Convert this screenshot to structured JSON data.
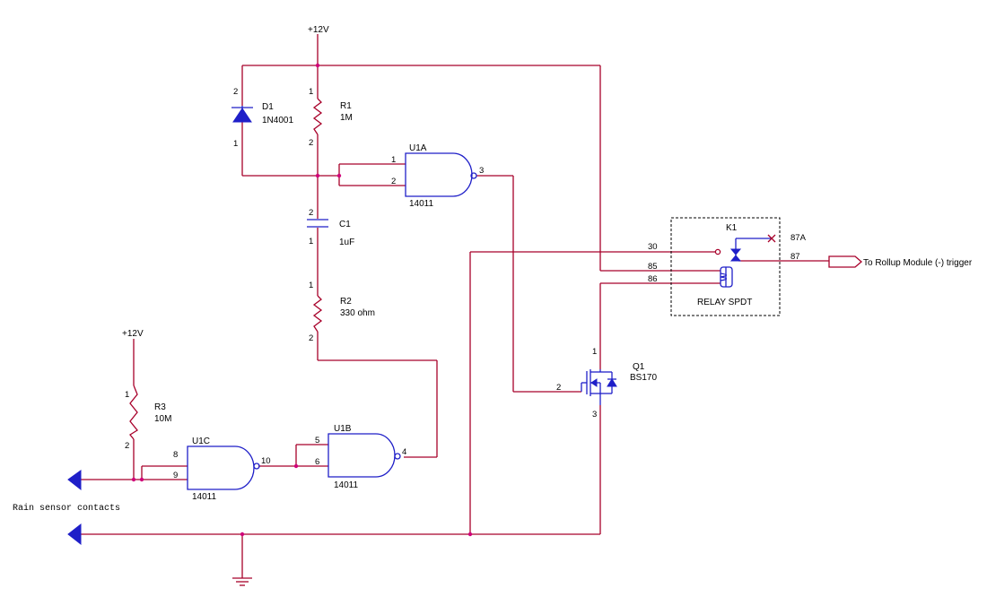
{
  "labels": {
    "vcc_top": "+12V",
    "vcc_left": "+12V",
    "d1": {
      "ref": "D1",
      "value": "1N4001",
      "pin_a": "2",
      "pin_b": "1"
    },
    "r1": {
      "ref": "R1",
      "value": "1M",
      "pin_a": "1",
      "pin_b": "2"
    },
    "c1": {
      "ref": "C1",
      "value": "1uF",
      "pin_a": "2",
      "pin_b": "1"
    },
    "r2": {
      "ref": "R2",
      "value": "330 ohm",
      "pin_a": "1",
      "pin_b": "2"
    },
    "r3": {
      "ref": "R3",
      "value": "10M",
      "pin_a": "1",
      "pin_b": "2"
    },
    "u1a": {
      "ref": "U1A",
      "part": "14011",
      "in1": "1",
      "in2": "2",
      "out": "3"
    },
    "u1b": {
      "ref": "U1B",
      "part": "14011",
      "in1": "5",
      "in2": "6",
      "out": "4"
    },
    "u1c": {
      "ref": "U1C",
      "part": "14011",
      "in1": "8",
      "in2": "9",
      "out": "10"
    },
    "q1": {
      "ref": "Q1",
      "value": "BS170",
      "pin_d": "1",
      "pin_g": "2",
      "pin_s": "3"
    },
    "k1": {
      "ref": "K1",
      "name": "RELAY SPDT",
      "p30": "30",
      "p85": "85",
      "p86": "86",
      "p87": "87",
      "p87a": "87A"
    },
    "output": "To Rollup Module (-) trigger",
    "sensor": "Rain sensor contacts"
  }
}
